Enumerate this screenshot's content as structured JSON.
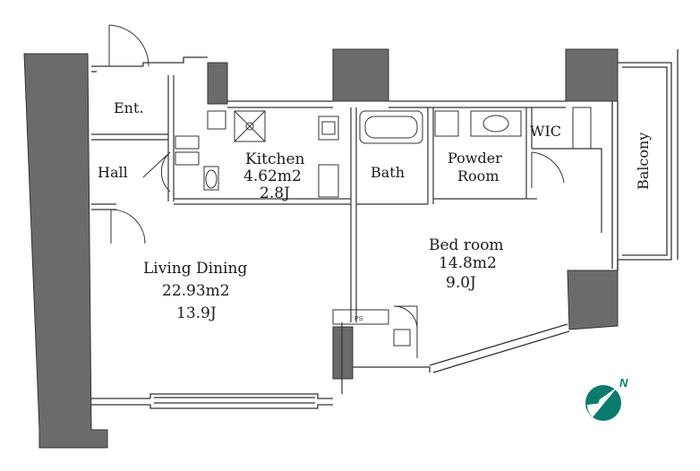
{
  "rooms": {
    "entrance": {
      "label": "Ent."
    },
    "hall": {
      "label": "Hall"
    },
    "kitchen": {
      "label": "Kitchen",
      "area": "4.62m2",
      "jo": "2.8J"
    },
    "bath": {
      "label": "Bath"
    },
    "powder_room": {
      "line1": "Powder",
      "line2": "Room"
    },
    "wic": {
      "label": "WIC"
    },
    "balcony": {
      "label": "Balcony"
    },
    "bedroom": {
      "label": "Bed room",
      "area": "14.8m2",
      "jo": "9.0J"
    },
    "living_dining": {
      "label": "Living Dining",
      "area": "22.93m2",
      "jo": "13.9J"
    }
  },
  "fixtures": {
    "ps_label": "PS"
  },
  "compass": {
    "letter": "N",
    "color": "#0d7a6e"
  },
  "colors": {
    "wall": "#6b6b6b",
    "line": "#333333"
  }
}
